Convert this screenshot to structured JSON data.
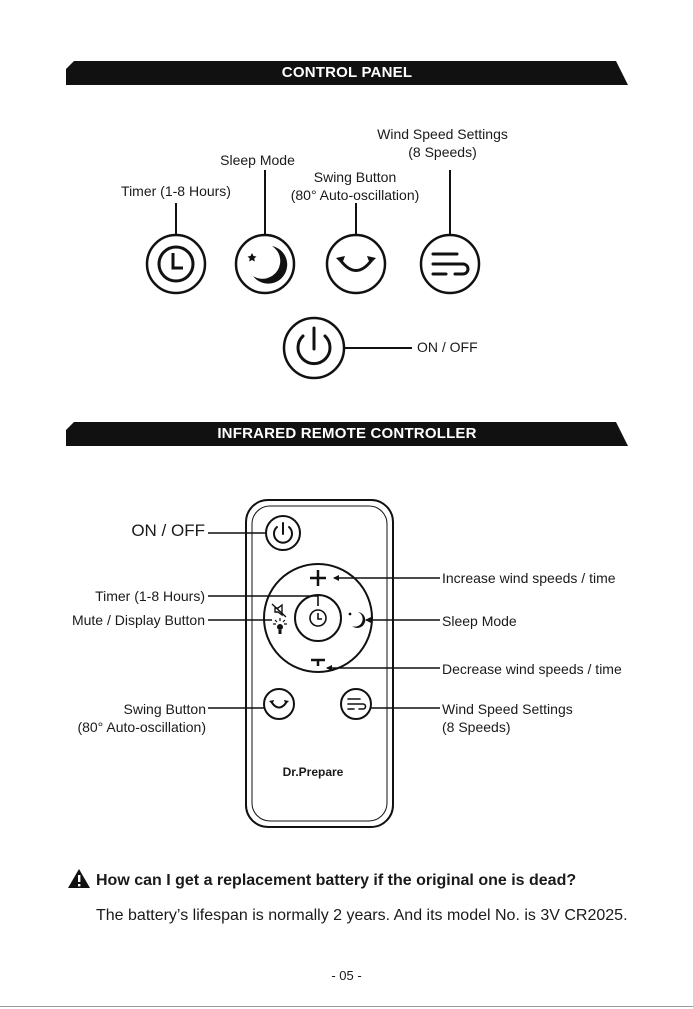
{
  "control_panel": {
    "title": "CONTROL PANEL",
    "timer_label": "Timer (1-8 Hours)",
    "sleep_label": "Sleep Mode",
    "swing_label_1": "Swing Button",
    "swing_label_2": "(80° Auto-oscillation)",
    "wind_label_1": "Wind Speed Settings",
    "wind_label_2": "(8 Speeds)",
    "power_label": "ON / OFF"
  },
  "remote": {
    "title": "INFRARED REMOTE CONTROLLER",
    "on_off": "ON / OFF",
    "timer": "Timer (1-8 Hours)",
    "mute": "Mute / Display Button",
    "swing_1": "Swing Button",
    "swing_2": "(80° Auto-oscillation)",
    "increase": "Increase wind speeds / time",
    "sleep": "Sleep Mode",
    "decrease": "Decrease wind speeds / time",
    "wind_1": "Wind Speed Settings",
    "wind_2": "(8 Speeds)",
    "brand": "Dr.Prepare"
  },
  "faq": {
    "question": "How can I get a replacement battery if the original one is dead?",
    "answer": "The battery’s lifespan is normally 2 years. And its model No. is 3V CR2025."
  },
  "page_number": "- 05 -"
}
